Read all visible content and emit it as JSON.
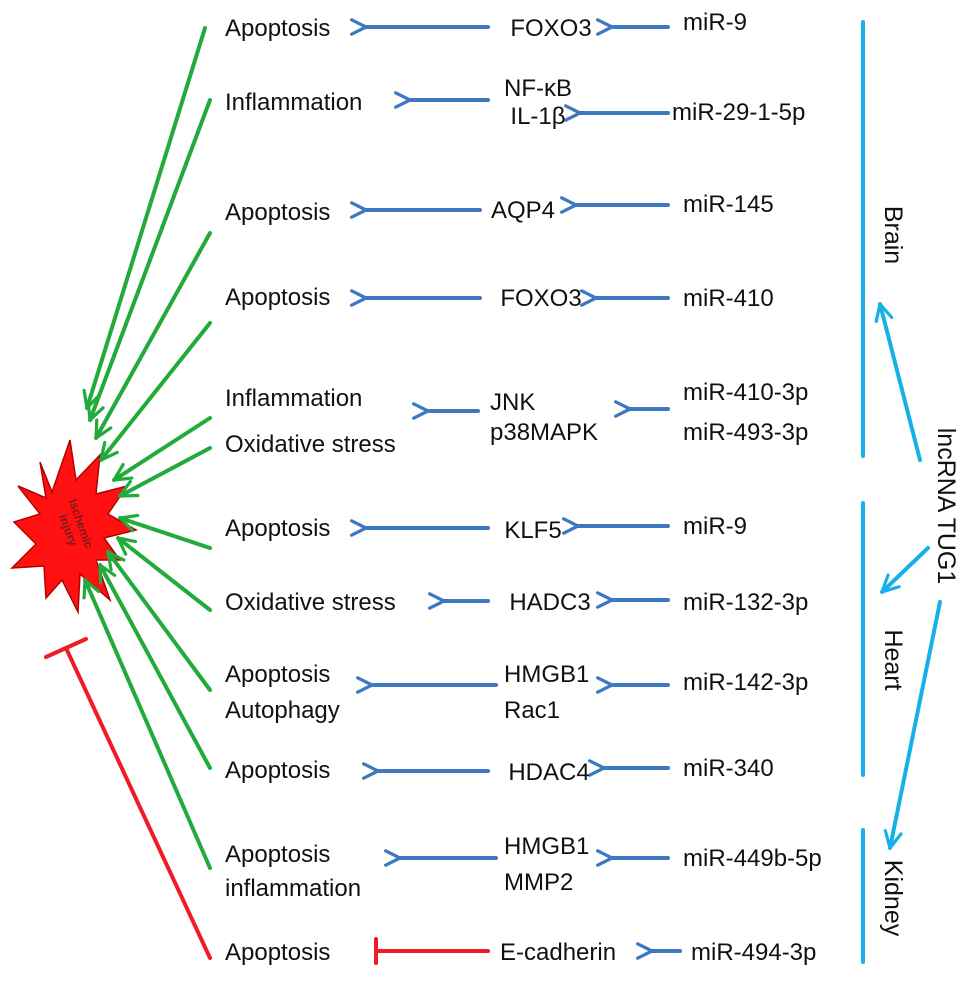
{
  "diagram": {
    "center_node": {
      "label_line1": "Ischemic",
      "label_line2": "injury",
      "color": "#ff1111"
    },
    "source": {
      "label": "lncRNA TUG1",
      "color": "#17b0e8"
    },
    "tissues": [
      {
        "id": "brain",
        "label": "Brain"
      },
      {
        "id": "heart",
        "label": "Heart"
      },
      {
        "id": "kidney",
        "label": "Kidney"
      }
    ],
    "pathways": [
      {
        "effect": [
          "Apoptosis"
        ],
        "target": [
          "FOXO3"
        ],
        "mirna": [
          "miR-9"
        ],
        "tissue": "brain",
        "relation": "promotes"
      },
      {
        "effect": [
          "Inflammation"
        ],
        "target": [
          "NF-κB",
          "IL-1β"
        ],
        "mirna": [
          "miR-29-1-5p"
        ],
        "tissue": "brain",
        "relation": "promotes"
      },
      {
        "effect": [
          "Apoptosis"
        ],
        "target": [
          "AQP4"
        ],
        "mirna": [
          "miR-145"
        ],
        "tissue": "brain",
        "relation": "promotes"
      },
      {
        "effect": [
          "Apoptosis"
        ],
        "target": [
          "FOXO3"
        ],
        "mirna": [
          "miR-410"
        ],
        "tissue": "brain",
        "relation": "promotes"
      },
      {
        "effect": [
          "Inflammation",
          "Oxidative stress"
        ],
        "target": [
          "JNK",
          "p38MAPK"
        ],
        "mirna": [
          "miR-410-3p",
          "miR-493-3p"
        ],
        "tissue": "brain",
        "relation": "promotes"
      },
      {
        "effect": [
          "Apoptosis"
        ],
        "target": [
          "KLF5"
        ],
        "mirna": [
          "miR-9"
        ],
        "tissue": "heart",
        "relation": "promotes"
      },
      {
        "effect": [
          "Oxidative stress"
        ],
        "target": [
          "HADC3"
        ],
        "mirna": [
          "miR-132-3p"
        ],
        "tissue": "heart",
        "relation": "promotes"
      },
      {
        "effect": [
          "Apoptosis",
          "Autophagy"
        ],
        "target": [
          "HMGB1",
          "Rac1"
        ],
        "mirna": [
          "miR-142-3p"
        ],
        "tissue": "heart",
        "relation": "promotes"
      },
      {
        "effect": [
          "Apoptosis"
        ],
        "target": [
          "HDAC4"
        ],
        "mirna": [
          "miR-340"
        ],
        "tissue": "heart",
        "relation": "promotes"
      },
      {
        "effect": [
          "Apoptosis",
          "inflammation"
        ],
        "target": [
          "HMGB1",
          "MMP2"
        ],
        "mirna": [
          "miR-449b-5p"
        ],
        "tissue": "kidney",
        "relation": "promotes"
      },
      {
        "effect": [
          "Apoptosis"
        ],
        "target": [
          "E-cadherin"
        ],
        "mirna": [
          "miR-494-3p"
        ],
        "tissue": "kidney",
        "relation": "inhibits"
      }
    ],
    "colors": {
      "pathway_arrow": "#3d78c0",
      "injury_arrow": "#22aa3a",
      "inhibition": "#ee1c24",
      "tissue_bracket": "#17b0e8"
    }
  }
}
